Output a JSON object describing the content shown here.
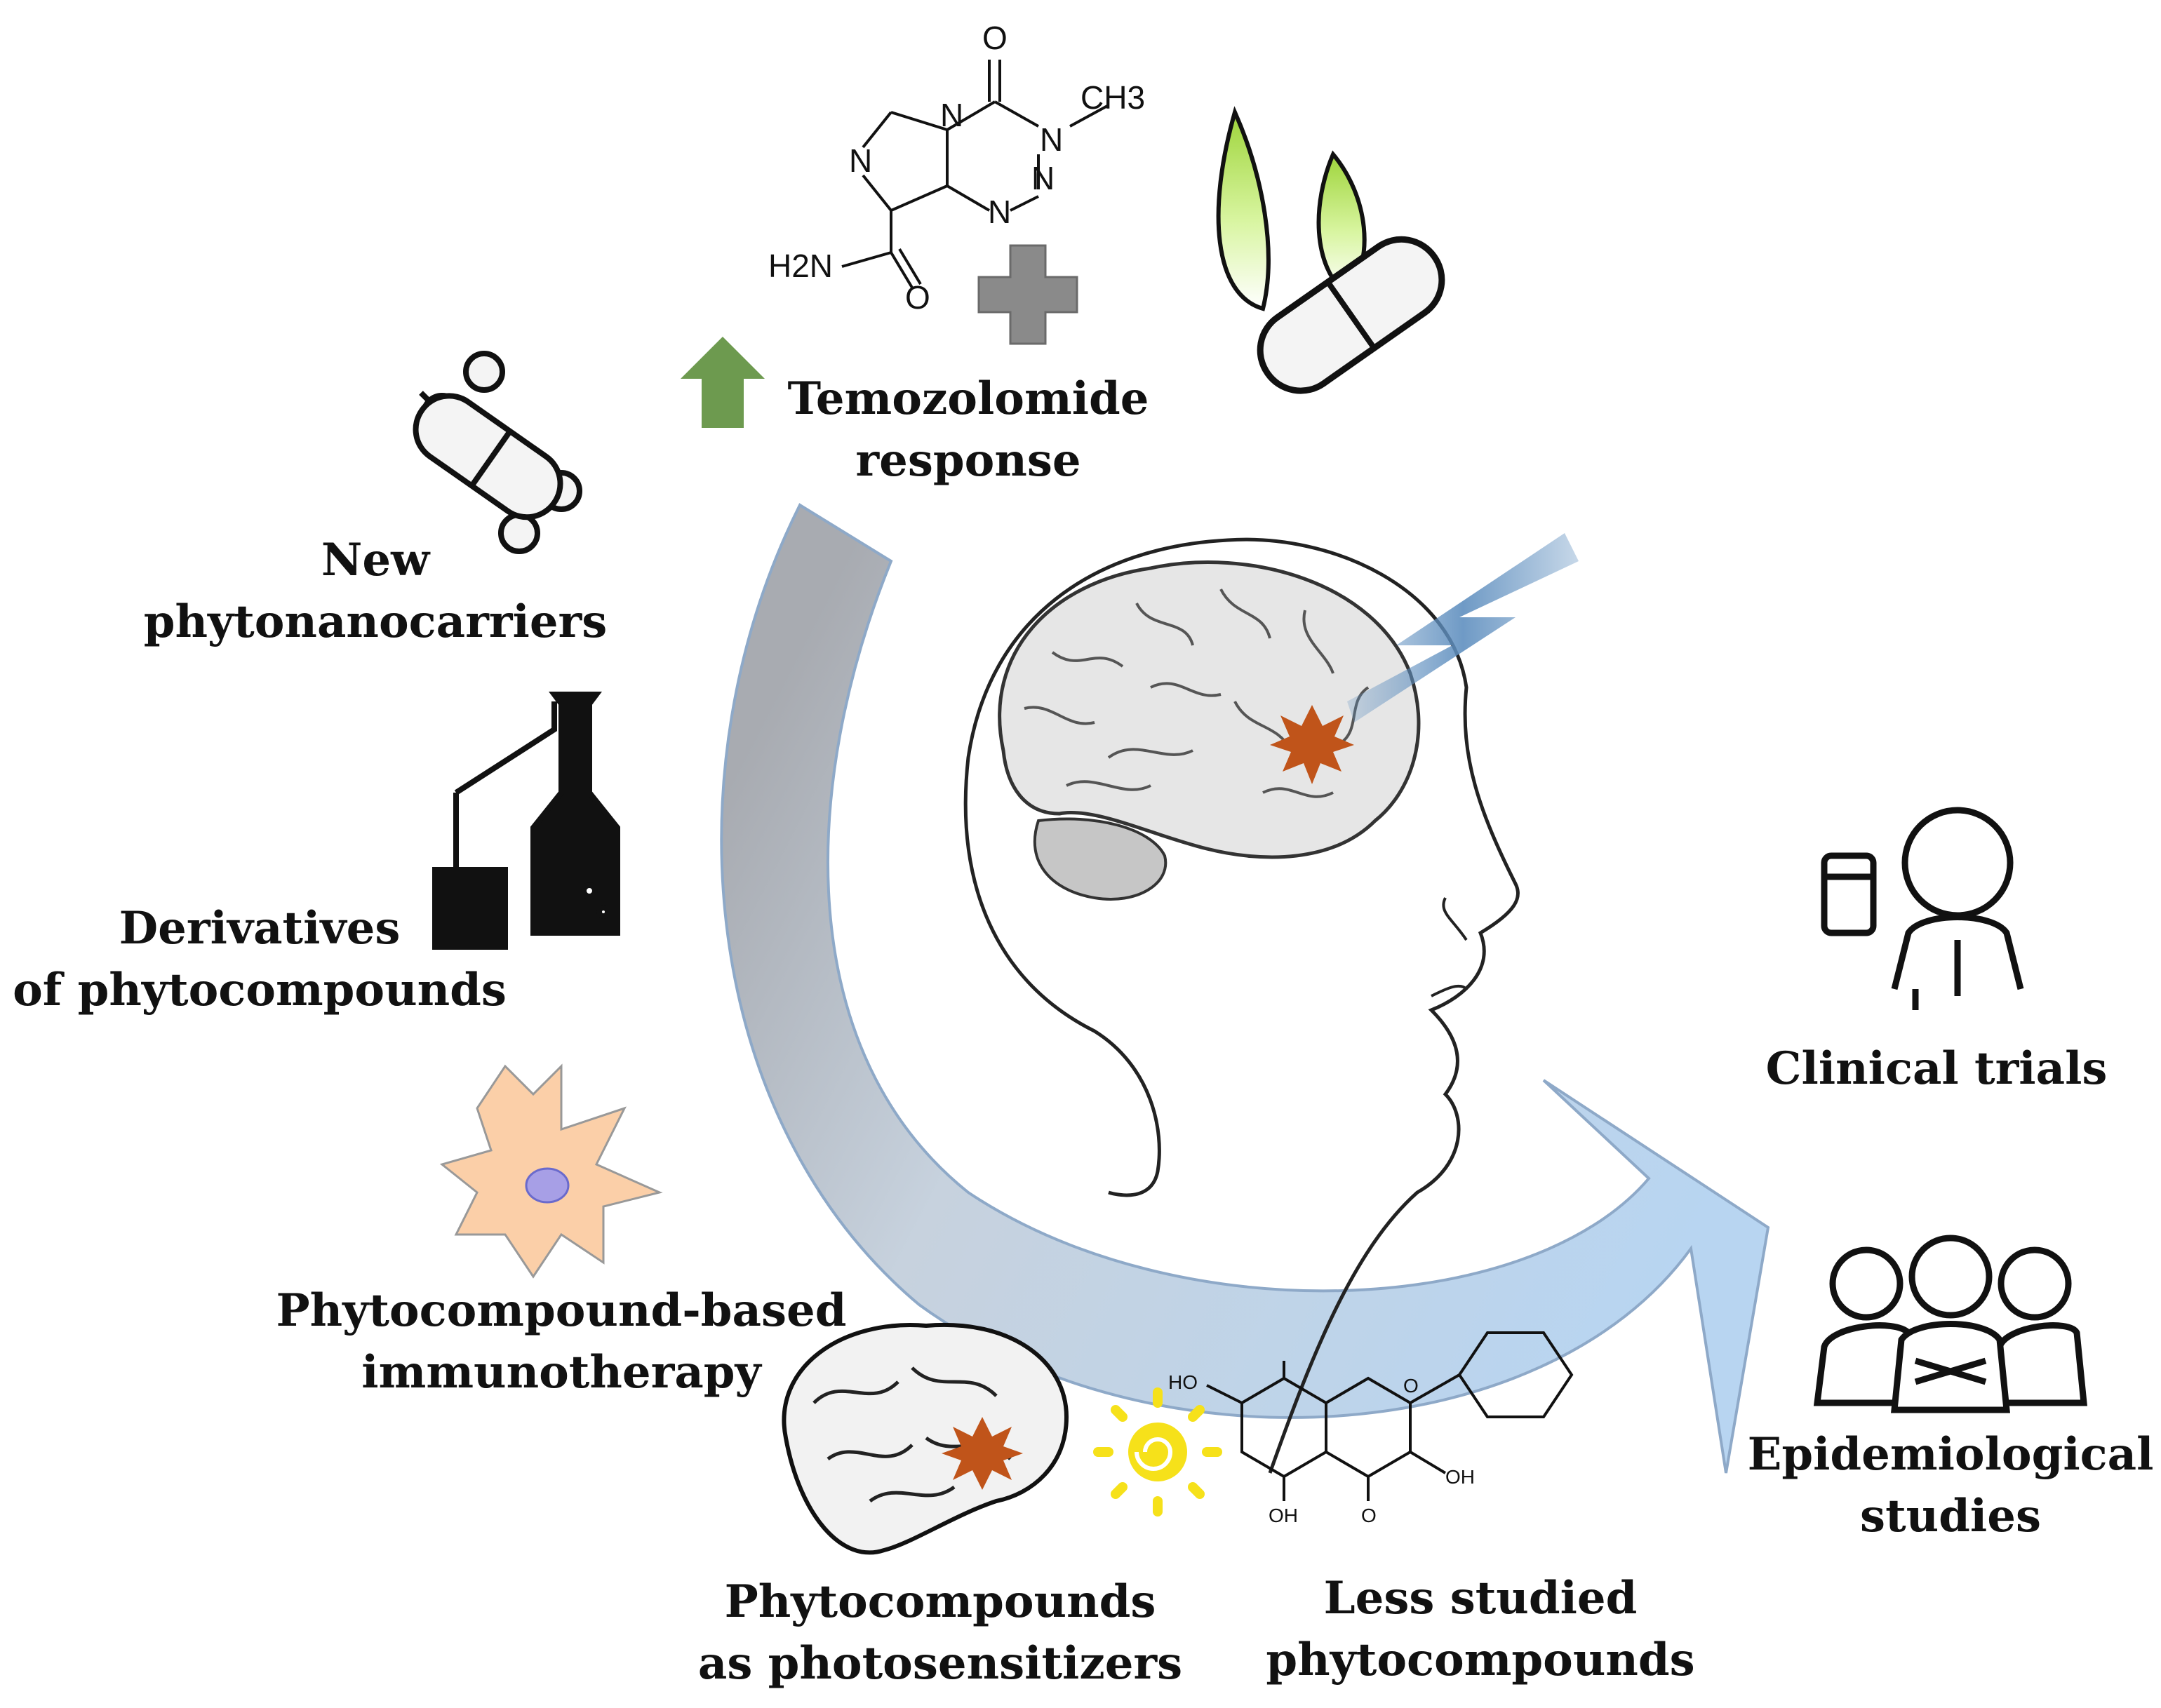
{
  "colors": {
    "arrow_light": "#b9d6f2",
    "arrow_dark": "#a9acb2",
    "up_arrow": "#6d9a4f",
    "tumor": "#c0541a",
    "brain": "#e6e6e6",
    "leaf": "#a7e040",
    "cell": "#fbcfa8",
    "nucleus": "#a79fe6",
    "sun": "#f6e11a",
    "bolt": "#5f8fbf"
  },
  "icons": [
    "temozolomide-structure",
    "plus-icon",
    "leaf-capsule-icon",
    "up-arrow-icon",
    "nanocarrier-icon",
    "lab-glassware-icon",
    "dendritic-cell-icon",
    "brain-head-icon",
    "lightning-bolt-icon",
    "tumor-star-icon",
    "brain-section-icon",
    "sun-icon",
    "flavone-structure",
    "researcher-icon",
    "group-icon"
  ],
  "temozolomide_structure": {
    "o_top": "O",
    "ch3": "CH3",
    "n1": "N",
    "n2": "N",
    "n3": "N",
    "n4": "N",
    "n5": "N",
    "h2n": "H2N",
    "o_amide": "O"
  },
  "flavone_structure": {
    "ho_left": "HO",
    "o_ring": "O",
    "oh_right": "OH",
    "o_keto": "O",
    "oh_bottom": "OH"
  },
  "labels": {
    "temozolomide": [
      "Temozolomide",
      "response"
    ],
    "nanocarriers": [
      "New",
      "phytonanocarriers"
    ],
    "derivatives": [
      "Derivatives",
      "of phytocompounds"
    ],
    "immunotherapy": [
      "Phytocompound-based",
      "immunotherapy"
    ],
    "photosensitizers": [
      "Phytocompounds",
      "as photosensitizers"
    ],
    "less_studied": [
      "Less studied",
      "phytocompounds"
    ],
    "clinical": [
      "Clinical trials"
    ],
    "epidemiological": [
      "Epidemiological",
      "studies"
    ]
  }
}
